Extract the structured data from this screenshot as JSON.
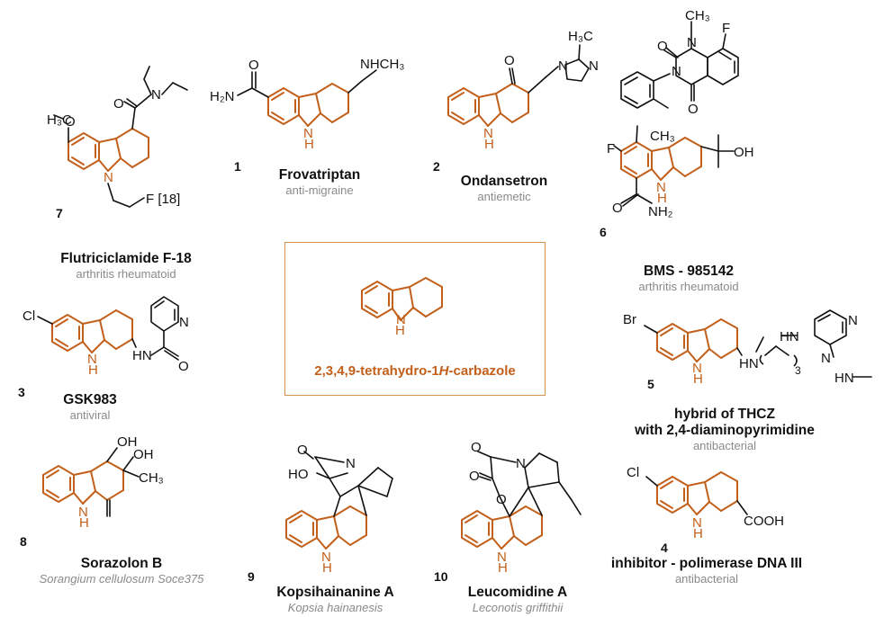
{
  "colors": {
    "scaffold": "#c2601b",
    "box": "#d4924f",
    "text": "#111111",
    "muted": "#8a8a8a"
  },
  "center": {
    "name_a": "2,3,4,9-tetrahydro-1",
    "name_h": "H",
    "name_b": "-carbazole"
  },
  "compounds": [
    {
      "id": "c7",
      "number": "7",
      "name": "Flutriciclamide F-18",
      "use": "arthritis rheumatoid"
    },
    {
      "id": "c1",
      "number": "1",
      "name": "Frovatriptan",
      "use": "anti-migraine"
    },
    {
      "id": "c2",
      "number": "2",
      "name": "Ondansetron",
      "use": "antiemetic"
    },
    {
      "id": "c6",
      "number": "6",
      "name": "BMS - 985142",
      "use": "arthritis rheumatoid"
    },
    {
      "id": "c3",
      "number": "3",
      "name": "GSK983",
      "use": "antiviral"
    },
    {
      "id": "c5",
      "number": "5",
      "name": "hybrid of THCZ",
      "name2": "with 2,4-diaminopyrimidine",
      "use": "antibacterial"
    },
    {
      "id": "c8",
      "number": "8",
      "name": "Sorazolon B",
      "use": "Sorangium cellulosum Soce375"
    },
    {
      "id": "c9",
      "number": "9",
      "name": "Kopsihainanine A",
      "use": "Kopsia hainanesis"
    },
    {
      "id": "c10",
      "number": "10",
      "name": "Leucomidine A",
      "use": "Leconotis griffithii"
    },
    {
      "id": "c4",
      "number": "4",
      "name": "inhibitor - polimerase DNA III",
      "use": "antibacterial"
    }
  ],
  "atoms": {
    "c7": {
      "h3co": "H₃C",
      "o": "O",
      "oc": "O",
      "n": "N",
      "nsc": "N",
      "f": "F [18]"
    },
    "c1": {
      "h2n": "H₂N",
      "o": "O",
      "nh": "H",
      "n": "N",
      "nhch3": "NHCH₃"
    },
    "c2": {
      "o": "O",
      "nh": "H",
      "n": "N",
      "n1": "N",
      "n3": "N",
      "ch3": "H₃C"
    },
    "c6": {
      "f": "F",
      "nh": "H",
      "n": "N",
      "ch3": "CH₃",
      "oh": "OH",
      "o": "O",
      "nh2": "NH₂",
      "o1": "O",
      "o2": "O",
      "n1": "N",
      "n2": "N",
      "nch3": "CH₃",
      "f2": "F"
    },
    "c3": {
      "cl": "Cl",
      "nh": "H",
      "n": "N",
      "hn": "HN",
      "o": "O",
      "npy": "N"
    },
    "c5": {
      "br": "Br",
      "nh": "H",
      "n": "N",
      "hn": "HN",
      "hn2": "HN",
      "n1": "N",
      "n2": "N",
      "hn3": "HN",
      "sub3": "3"
    },
    "c8": {
      "oh1": "OH",
      "oh2": "OH",
      "ch3": "CH₃",
      "nh": "H",
      "n": "N"
    },
    "c9": {
      "o": "O",
      "ho": "HO",
      "n": "N",
      "nh": "H",
      "n2": "N"
    },
    "c10": {
      "o1": "O",
      "o2": "O",
      "n": "N",
      "oring": "O",
      "nh": "H",
      "n2": "N"
    },
    "c4": {
      "cl": "Cl",
      "nh": "H",
      "n": "N",
      "cooh": "COOH"
    }
  }
}
